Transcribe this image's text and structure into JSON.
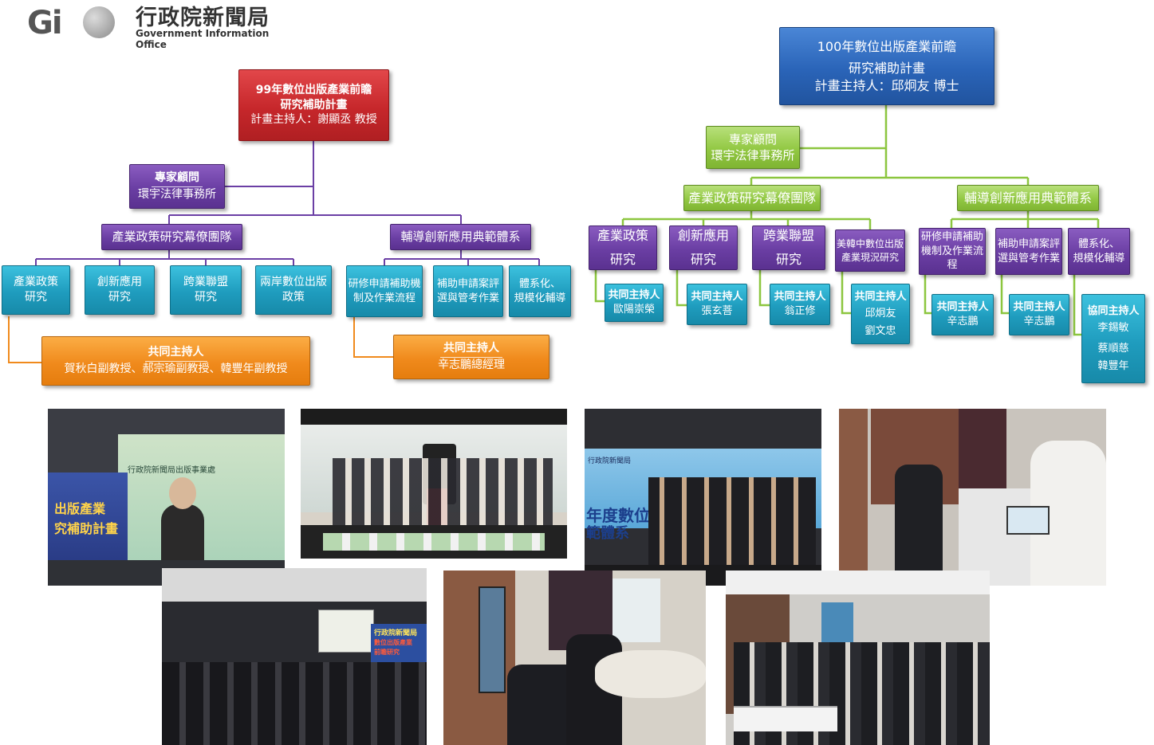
{
  "logo": {
    "mark": "Gi",
    "name_cn": "行政院新聞局",
    "name_en": "Government Information Office"
  },
  "chart99": {
    "root": [
      "99年數位出版產業前瞻",
      "研究補助計畫",
      "計畫主持人：謝顯丞 教授"
    ],
    "advisor": [
      "專家顧問",
      "環宇法律事務所"
    ],
    "policy_team": "產業政策研究幕僚團隊",
    "demo_system": "輔導創新應用典範體系",
    "policy_items": [
      [
        "產業政策",
        "研究"
      ],
      [
        "創新應用",
        "研究"
      ],
      [
        "跨業聯盟",
        "研究"
      ],
      [
        "兩岸數位出版",
        "政策"
      ]
    ],
    "demo_items": [
      [
        "研修申請補助機",
        "制及作業流程"
      ],
      [
        "補助申請案評",
        "選與管考作業"
      ],
      [
        "體系化、",
        "規模化輔導"
      ]
    ],
    "co_left": [
      "共同主持人",
      "賀秋白副教授、郝宗瑜副教授、韓豐年副教授"
    ],
    "co_right": [
      "共同主持人",
      "辛志鵬總經理"
    ]
  },
  "chart100": {
    "root": [
      "100年數位出版產業前瞻",
      "研究補助計畫",
      "計畫主持人：邱炯友 博士"
    ],
    "advisor": [
      "專家顧問",
      "環宇法律事務所"
    ],
    "policy_team": "產業政策研究幕僚團隊",
    "demo_system": "輔導創新應用典範體系",
    "items": [
      [
        "產業政策",
        "研究"
      ],
      [
        "創新應用",
        "研究"
      ],
      [
        "跨業聯盟",
        "研究"
      ],
      [
        "美韓中數位出版",
        "產業現況研究"
      ],
      [
        "研修申請補助",
        "機制及作業流",
        "程"
      ],
      [
        "補助申請案評",
        "選與管考作業"
      ],
      [
        "體系化、",
        "規模化輔導"
      ]
    ],
    "co": [
      [
        "共同主持人",
        "歐陽崇榮"
      ],
      [
        "共同主持人",
        "張玄菩"
      ],
      [
        "共同主持人",
        "翁正修"
      ],
      [
        "共同主持人",
        "邱炯友",
        "劉文忠"
      ],
      [
        "共同主持人",
        "辛志鵬"
      ],
      [
        "共同主持人",
        "辛志鵬"
      ],
      [
        "協同主持人",
        "李錫敏",
        "蔡順慈",
        "韓豐年"
      ]
    ]
  },
  "photos": {
    "p1_screen": "行政院新聞局出版事業處",
    "p1_banner": [
      "出版產業",
      "究補助計畫"
    ],
    "p3_banner": [
      "行政院新聞局",
      "年度數位",
      "範體系"
    ],
    "p5_banner": [
      "行政院新聞局",
      "數位出版產業",
      "前瞻研究"
    ]
  },
  "colors": {
    "red": "#c6272b",
    "purple": "#6a3ea3",
    "teal": "#1f9cbe",
    "orange": "#f08a1c",
    "blue": "#2a64b8",
    "green": "#92c843"
  }
}
